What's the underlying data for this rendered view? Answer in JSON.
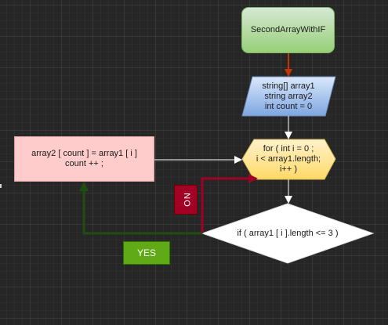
{
  "diagram": {
    "nodes": {
      "start": {
        "label": "SecondArrayWithIF"
      },
      "declare": {
        "label": "string[] array1\nstring  array2\nint count = 0"
      },
      "loop": {
        "label": "for ( int  i = 0 ;\ni < array1.length;\ni++ )"
      },
      "condition": {
        "label": "if ( array1 [ i ].length <= 3 )"
      },
      "process": {
        "label": "array2 [ count ] = array1 [ i ]\ncount ++ ;"
      }
    },
    "labels": {
      "yes": "YES",
      "no": "NO"
    },
    "edges": [
      {
        "from": "start",
        "to": "declare",
        "color": "#c73500"
      },
      {
        "from": "declare",
        "to": "loop",
        "color": "#ffffff"
      },
      {
        "from": "loop",
        "to": "condition",
        "color": "#ffffff"
      },
      {
        "from": "condition",
        "to": "loop",
        "branch": "no",
        "color": "#a20025"
      },
      {
        "from": "condition",
        "to": "process",
        "branch": "yes",
        "color": "#1e4d11"
      },
      {
        "from": "process",
        "to": "loop",
        "color": "#ffffff"
      }
    ],
    "colors": {
      "background": "#262626",
      "start_fill": "#d5e8d4",
      "start_fill_end": "#97d077",
      "declare_fill": "#dae8fc",
      "declare_fill_end": "#7ea6e0",
      "loop_fill": "#fff2cc",
      "loop_fill_end": "#ffd966",
      "condition_fill": "#ffffff",
      "process_fill": "#ffcccc",
      "yes_fill": "#60a917",
      "no_fill": "#a20025"
    }
  }
}
